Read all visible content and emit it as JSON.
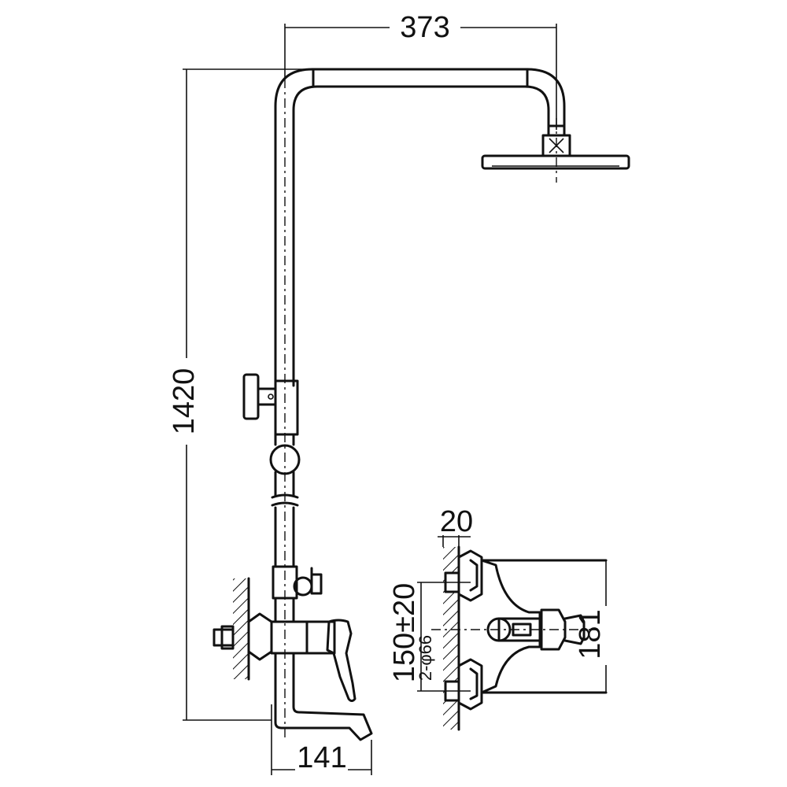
{
  "dimensions": {
    "arm_reach": "373",
    "total_height": "1420",
    "spout_projection": "141",
    "wall_offset": "20",
    "inlet_centers": "150±20",
    "inlet_holes": "2-φ66",
    "mixer_height": "181"
  }
}
